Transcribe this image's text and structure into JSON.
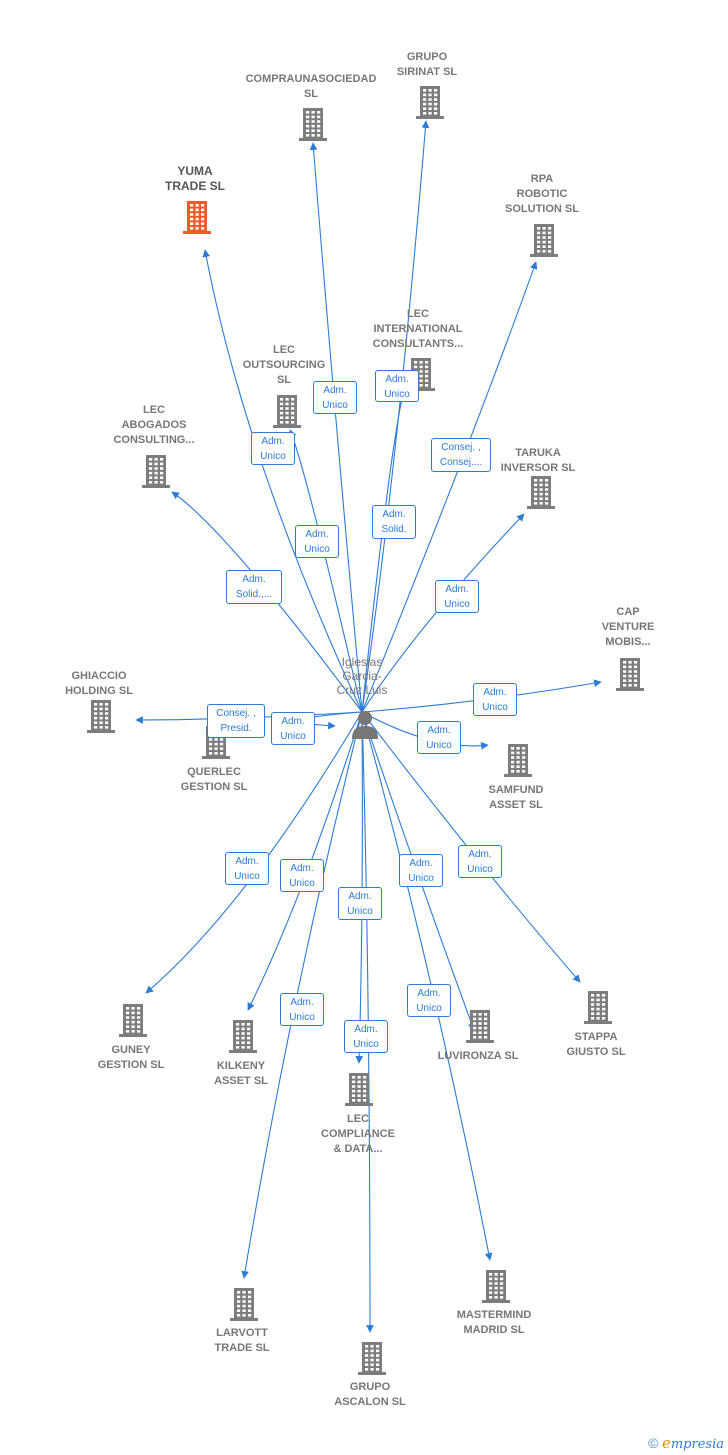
{
  "colors": {
    "edge": "#2c7bd4",
    "building": "#7d7d7d",
    "highlight_building": "#f05a28",
    "person": "#777777"
  },
  "center": {
    "name": "Iglesias\nGarcia-\nCruz Luis",
    "icon": "person-icon"
  },
  "nodes": [
    {
      "id": "comprauna",
      "label": "COMPRAUNASOCIEDAD\nSL"
    },
    {
      "id": "sirinat",
      "label": "GRUPO\nSIRINAT SL"
    },
    {
      "id": "yuma",
      "label": "YUMA\nTRADE SL",
      "highlight": true
    },
    {
      "id": "rpa",
      "label": "RPA\nROBOTIC\nSOLUTION SL"
    },
    {
      "id": "lec_int",
      "label": "LEC\nINTERNATIONAL\nCONSULTANTS..."
    },
    {
      "id": "lec_out",
      "label": "LEC\nOUTSOURCING\nSL"
    },
    {
      "id": "lec_abog",
      "label": "LEC\nABOGADOS\nCONSULTING..."
    },
    {
      "id": "taruka",
      "label": "TARUKA\nINVERSOR SL"
    },
    {
      "id": "cap",
      "label": "CAP\nVENTURE\nMOBIS..."
    },
    {
      "id": "ghiaccio",
      "label": "GHIACCIO\nHOLDING SL"
    },
    {
      "id": "querlec",
      "label": "QUERLEC\nGESTION SL"
    },
    {
      "id": "samfund",
      "label": "SAMFUND\nASSET SL"
    },
    {
      "id": "guney",
      "label": "GUNEY\nGESTION SL"
    },
    {
      "id": "kilkeny",
      "label": "KILKENY\nASSET SL"
    },
    {
      "id": "lec_comp",
      "label": "LEC\nCOMPLIANCE\n& DATA..."
    },
    {
      "id": "luvironza",
      "label": "LUVIRONZA SL"
    },
    {
      "id": "stappa",
      "label": "STAPPA\nGIUSTO SL"
    },
    {
      "id": "larvott",
      "label": "LARVOTT\nTRADE SL"
    },
    {
      "id": "mastermind",
      "label": "MASTERMIND\nMADRID SL"
    },
    {
      "id": "ascalon",
      "label": "GRUPO\nASCALON SL"
    }
  ],
  "relations": [
    {
      "target": "comprauna",
      "label": "Adm.\nUnico"
    },
    {
      "target": "sirinat",
      "label": "Adm.\nSolid."
    },
    {
      "target": "yuma",
      "label": "Adm.\nUnico"
    },
    {
      "target": "rpa",
      "label": "Consej. ,\nConsej...."
    },
    {
      "target": "lec_int",
      "label": "Adm.\nUnico"
    },
    {
      "target": "lec_out",
      "label": "Adm.\nUnico"
    },
    {
      "target": "lec_abog",
      "label": "Adm.\nSolid.,..."
    },
    {
      "target": "taruka",
      "label": "Adm.\nUnico"
    },
    {
      "target": "cap",
      "label": "Adm.\nUnico"
    },
    {
      "target": "ghiaccio",
      "label": "Consej. ,\nPresid."
    },
    {
      "target": "querlec",
      "label": "Adm.\nUnico"
    },
    {
      "target": "samfund",
      "label": "Adm.\nUnico"
    },
    {
      "target": "guney",
      "label": "Adm.\nUnico"
    },
    {
      "target": "kilkeny",
      "label": "Adm.\nUnico"
    },
    {
      "target": "lec_comp",
      "label": "Adm.\nUnico"
    },
    {
      "target": "luvironza",
      "label": "Adm.\nUnico"
    },
    {
      "target": "stappa",
      "label": "Adm.\nUnico"
    },
    {
      "target": "larvott",
      "label": "Adm.\nUnico"
    },
    {
      "target": "mastermind",
      "label": "Adm.\nUnico"
    },
    {
      "target": "ascalon",
      "label": "Adm.\nUnico"
    }
  ],
  "brand": {
    "copyright": "©",
    "initial": "e",
    "rest": "mpresia"
  }
}
